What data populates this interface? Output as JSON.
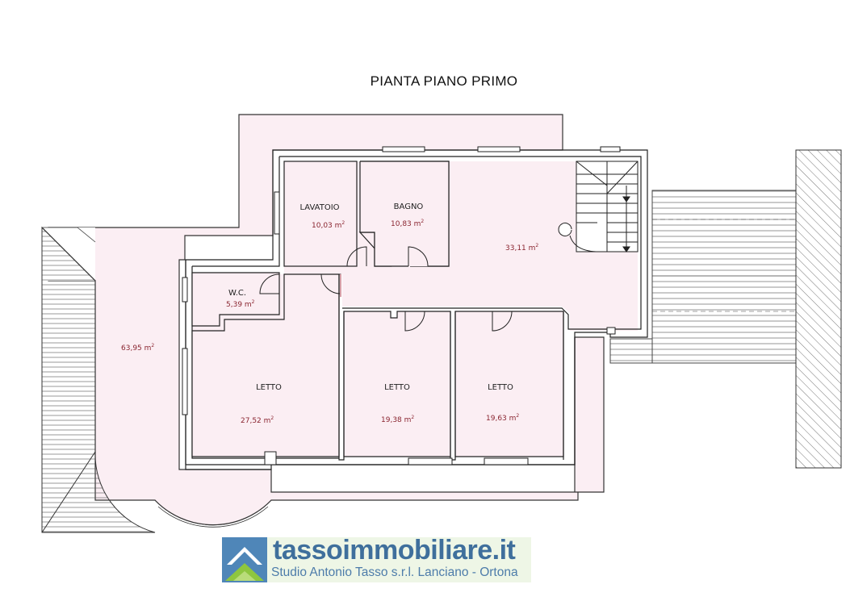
{
  "title": "PIANTA PIANO PRIMO",
  "rooms": {
    "lavatoio": {
      "label": "LAVATOIO",
      "area": "10,03 m",
      "unit_sup": "2"
    },
    "bagno": {
      "label": "BAGNO",
      "area": "10,83 m",
      "unit_sup": "2"
    },
    "disimpegno": {
      "area": "33,11 m",
      "unit_sup": "2"
    },
    "wc": {
      "label": "W.C.",
      "area": "5,39 m",
      "unit_sup": "2"
    },
    "terrazzo": {
      "area": "63,95 m",
      "unit_sup": "2"
    },
    "letto1": {
      "label": "LETTO",
      "area": "27,52 m",
      "unit_sup": "2"
    },
    "letto2": {
      "label": "LETTO",
      "area": "19,38 m",
      "unit_sup": "2"
    },
    "letto3": {
      "label": "LETTO",
      "area": "19,63 m",
      "unit_sup": "2"
    }
  },
  "brand": {
    "name": "tassoimmobiliare.it",
    "subtitle": "Studio Antonio Tasso s.r.l. Lanciano - Ortona"
  },
  "colors": {
    "floor": "#fbeef3",
    "wall": "#ffffff",
    "line": "#222222",
    "area_text": "#8a2530",
    "brand_blue": "#3f6f9c",
    "brand_green": "#8ec63f"
  }
}
